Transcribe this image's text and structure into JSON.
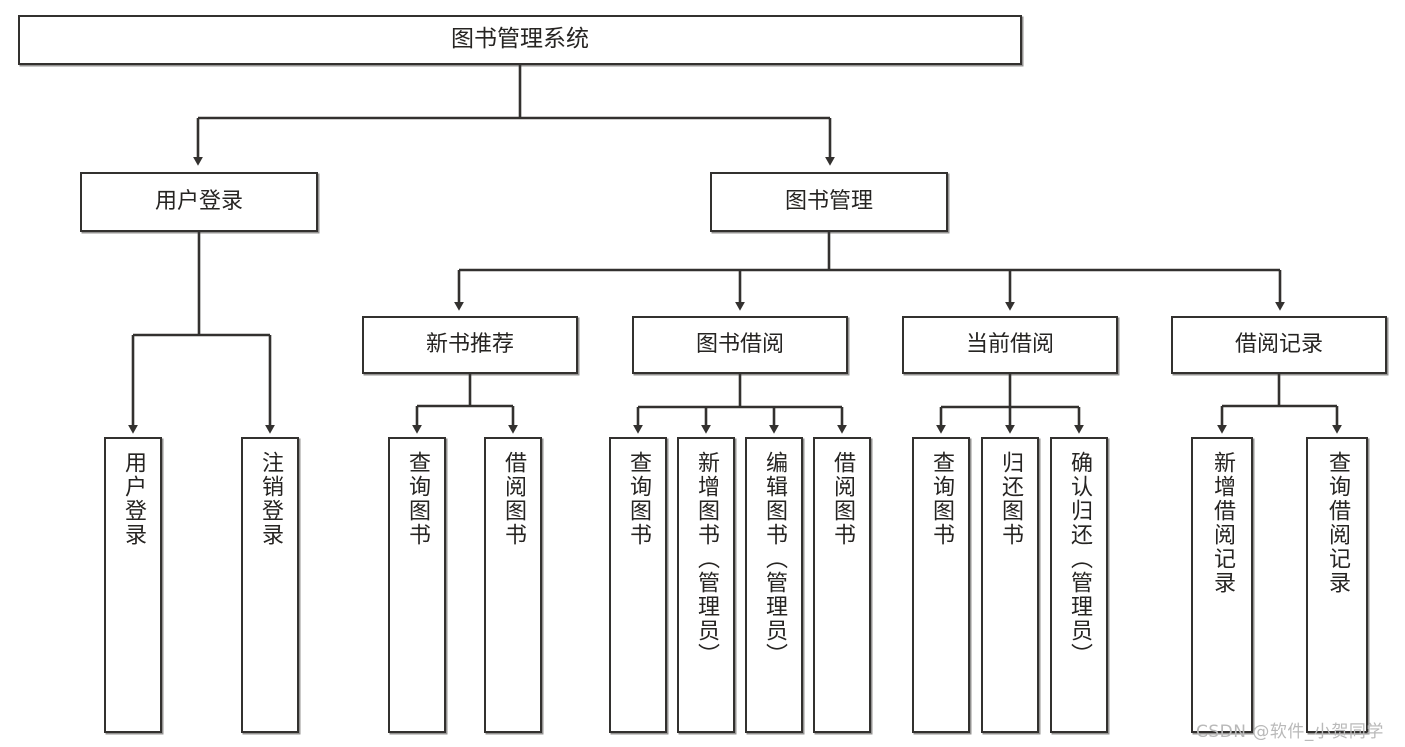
{
  "diagram": {
    "title": "图书管理系统",
    "type": "tree-hierarchy-chart",
    "colors": {
      "box_border": "#33312f",
      "box_fill": "#ffffff",
      "edge": "#33312f",
      "text": "#262422",
      "watermark": "#b9b9b9",
      "background": "#ffffff"
    },
    "root": {
      "label": "图书管理系统"
    },
    "level2": [
      {
        "label": "用户登录"
      },
      {
        "label": "图书管理"
      }
    ],
    "level3": [
      {
        "label": "新书推荐"
      },
      {
        "label": "图书借阅"
      },
      {
        "label": "当前借阅"
      },
      {
        "label": "借阅记录"
      }
    ],
    "leaves": {
      "user_login": [
        {
          "label": "用户登录"
        },
        {
          "label": "注销登录"
        }
      ],
      "new_book_recommend": [
        {
          "label": "查询图书"
        },
        {
          "label": "借阅图书"
        }
      ],
      "book_borrow": [
        {
          "label": "查询图书"
        },
        {
          "label": "新增图书（管理员）"
        },
        {
          "label": "编辑图书（管理员）"
        },
        {
          "label": "借阅图书"
        }
      ],
      "current_borrow": [
        {
          "label": "查询图书"
        },
        {
          "label": "归还图书"
        },
        {
          "label": "确认归还（管理员）"
        }
      ],
      "borrow_record": [
        {
          "label": "新增借阅记录"
        },
        {
          "label": "查询借阅记录"
        }
      ]
    }
  },
  "watermark": {
    "text": "CSDN @软件_小贺同学"
  }
}
